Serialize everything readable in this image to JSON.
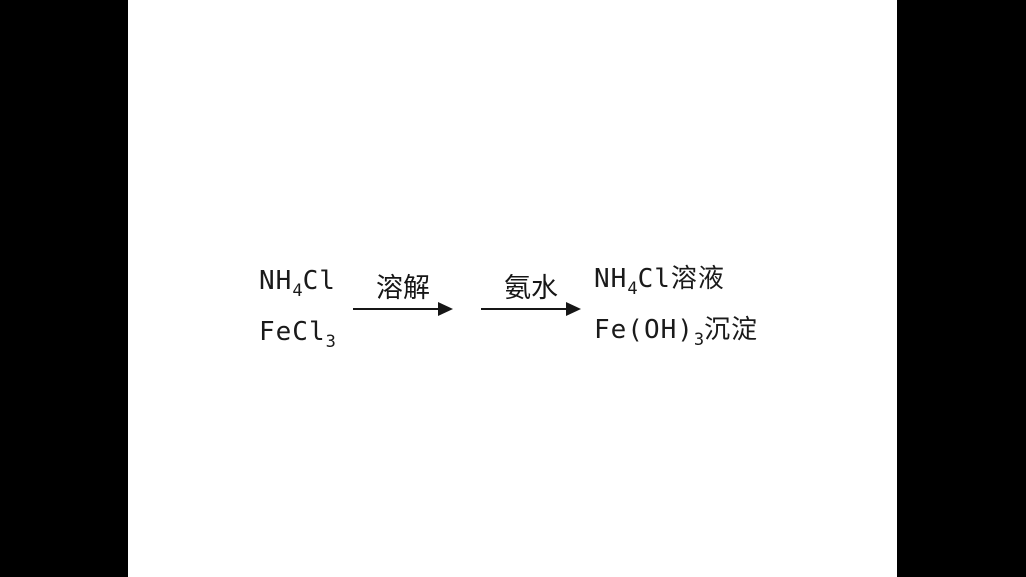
{
  "colors": {
    "canvas_background": "#ffffff",
    "letterbox_bars": "#000000",
    "text": "#1a1a1a"
  },
  "diagram": {
    "reactants": [
      {
        "text": "NH₄Cl",
        "segments": [
          {
            "t": "NH"
          },
          {
            "t": "4",
            "sub": true
          },
          {
            "t": "Cl"
          }
        ]
      },
      {
        "text": "FeCl₃",
        "segments": [
          {
            "t": "FeCl"
          },
          {
            "t": "3",
            "sub": true
          }
        ]
      }
    ],
    "steps": [
      {
        "label": "溶解"
      },
      {
        "label": "氨水"
      }
    ],
    "products": [
      {
        "text": "NH₄Cl溶液",
        "segments": [
          {
            "t": "NH"
          },
          {
            "t": "4",
            "sub": true
          },
          {
            "t": "Cl溶液"
          }
        ]
      },
      {
        "text": "Fe(OH)₃沉淀",
        "segments": [
          {
            "t": "Fe(OH)"
          },
          {
            "t": "3",
            "sub": true
          },
          {
            "t": "沉淀"
          }
        ]
      }
    ]
  }
}
